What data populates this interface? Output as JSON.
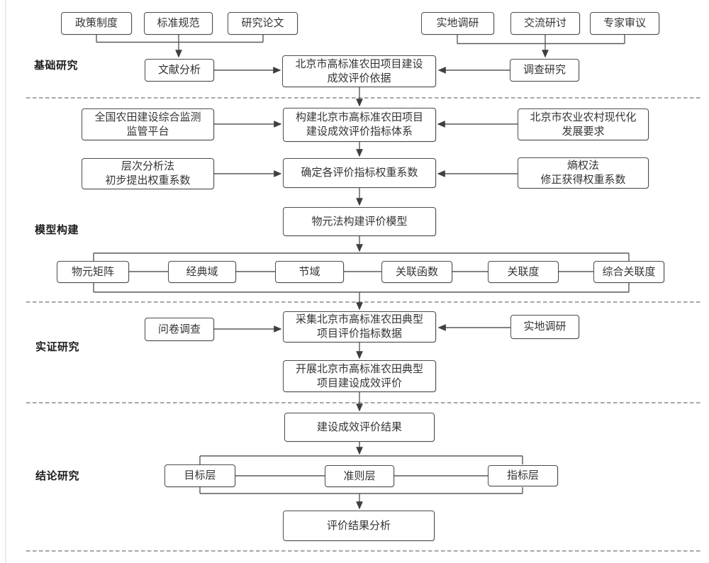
{
  "phases": {
    "basic": "基础研究",
    "model": "模型构建",
    "empirical": "实证研究",
    "conclusion": "结论研究"
  },
  "band1": {
    "sources_left": [
      "政策制度",
      "标准规范",
      "研究论文"
    ],
    "literature_analysis": "文献分析",
    "evaluation_basis": "北京市高标准农田项目建设\n成效评价依据",
    "sources_right": [
      "实地调研",
      "交流研讨",
      "专家审议"
    ],
    "survey_research": "调查研究"
  },
  "band2": {
    "monitor_platform": "全国农田建设综合监测\n监管平台",
    "build_index_system": "构建北京市高标准农田项目\n建设成效评价指标体系",
    "modernization_requirement": "北京市农业农村现代化\n发展要求",
    "ahp_method": "层次分析法\n初步提出权重系数",
    "determine_weights": "确定各评价指标权重系数",
    "entropy_method": "熵权法\n修正获得权重系数",
    "matter_element_model": "物元法构建评价模型",
    "chain": [
      "物元矩阵",
      "经典域",
      "节域",
      "关联函数",
      "关联度",
      "综合关联度"
    ]
  },
  "band3": {
    "questionnaire": "问卷调查",
    "collect_data": "采集北京市高标准农田典型\n项目评价指标数据",
    "field_research": "实地调研",
    "conduct_evaluation": "开展北京市高标准农田典型\n项目建设成效评价"
  },
  "band4": {
    "evaluation_result": "建设成效评价结果",
    "layers": [
      "目标层",
      "准则层",
      "指标层"
    ],
    "result_analysis": "评价结果分析"
  },
  "colors": {
    "box_border": "#4d4d4d",
    "connector": "#5a5a5a",
    "dashed_separator": "#8a8a8a",
    "text": "#343434"
  }
}
